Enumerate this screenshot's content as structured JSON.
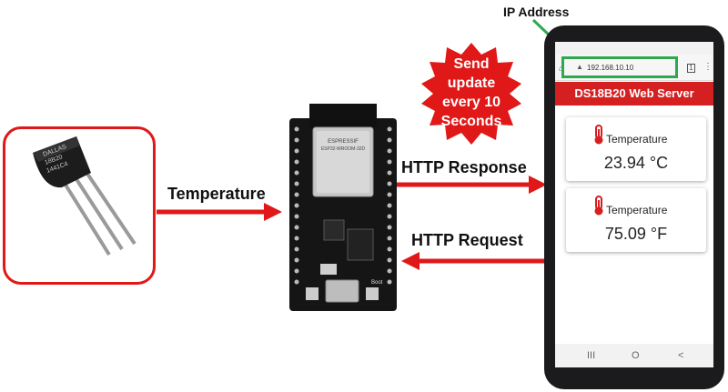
{
  "labels": {
    "temperature_arrow": "Temperature",
    "http_response": "HTTP Response",
    "http_request": "HTTP Request",
    "ip_address": "IP Address"
  },
  "burst": {
    "line1": "Send",
    "line2": "update",
    "line3": "every 10",
    "line4": "Seconds"
  },
  "sensor": {
    "marking1": "DALLAS",
    "marking2": "18B20",
    "marking3": "1441C4"
  },
  "board": {
    "module_brand": "ESPRESSIF",
    "module_model": "ESP32-WROOM-32D",
    "boot_label": "Boot"
  },
  "phone": {
    "url": "192.168.10.10",
    "app_title": "DS18B20 Web Server",
    "cards": [
      {
        "title": "Temperature",
        "value": "23.94 °C"
      },
      {
        "title": "Temperature",
        "value": "75.09 °F"
      }
    ],
    "nav": {
      "recent": "III",
      "home": "O",
      "back": "<"
    }
  },
  "colors": {
    "accent_red": "#e01818",
    "header_red": "#d42020",
    "highlight_green": "#2fa84f"
  }
}
